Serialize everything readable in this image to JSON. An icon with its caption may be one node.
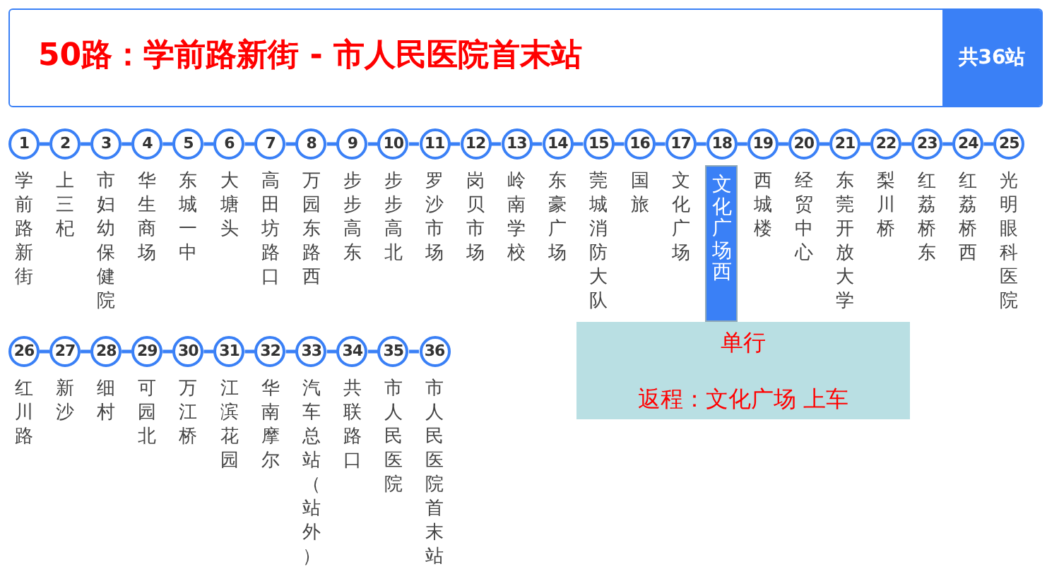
{
  "diagram": {
    "title": "50路：学前路新街 - 市人民医院首末站",
    "nodes": [
      {
        "text": [
          "1"
        ],
        "beside": [
          "学前路新街"
        ]
      },
      {
        "text": [
          "2"
        ],
        "beside": [
          "上三杞"
        ]
      },
      {
        "text": [
          "3"
        ],
        "beside": [
          "市妇幼保健院"
        ]
      },
      {
        "text": [
          "4"
        ],
        "beside": [
          "华生商场"
        ]
      },
      {
        "text": [
          "5"
        ],
        "beside": [
          "东城一中"
        ]
      },
      {
        "text": [
          "6"
        ],
        "beside": [
          "大塘头"
        ]
      },
      {
        "text": [
          "7"
        ],
        "beside": [
          "高田坊路口"
        ]
      },
      {
        "text": [
          "8"
        ],
        "beside": [
          "万园东路西"
        ]
      },
      {
        "text": [
          "9"
        ],
        "beside": [
          "步步高东"
        ]
      },
      {
        "text": [
          "10"
        ],
        "beside": [
          "步步高北"
        ]
      },
      {
        "text": [
          "11"
        ],
        "beside": [
          "罗沙市场"
        ]
      },
      {
        "text": [
          "12"
        ],
        "beside": [
          "岗贝市场"
        ]
      },
      {
        "text": [
          "13"
        ],
        "beside": [
          "岭南学校"
        ]
      },
      {
        "text": [
          "14"
        ],
        "beside": [
          "东豪广场"
        ]
      },
      {
        "text": [
          "15"
        ],
        "beside": [
          "莞城消防大队"
        ]
      },
      {
        "text": [
          "16"
        ],
        "beside": [
          "国旅"
        ]
      },
      {
        "text": [
          "17"
        ],
        "beside": [
          "文化广场"
        ]
      },
      {
        "text": [
          "18"
        ],
        "beside": [
          "文化广场西"
        ]
      },
      {
        "text": [
          "19"
        ],
        "beside": [
          "西城楼"
        ]
      },
      {
        "text": [
          "20"
        ],
        "beside": [
          "经贸中心"
        ]
      },
      {
        "text": [
          "21"
        ],
        "beside": [
          "东莞开放大学"
        ]
      },
      {
        "text": [
          "22"
        ],
        "beside": [
          "梨川桥"
        ]
      },
      {
        "text": [
          "23"
        ],
        "beside": [
          "红荔桥东"
        ]
      },
      {
        "text": [
          "24"
        ],
        "beside": [
          "红荔桥西"
        ]
      },
      {
        "text": [
          "25"
        ],
        "beside": [
          "光明眼科医院"
        ]
      },
      {
        "text": [
          "26"
        ],
        "beside": [
          "红川路"
        ]
      },
      {
        "text": [
          "27"
        ],
        "beside": [
          "新沙"
        ]
      },
      {
        "text": [
          "28"
        ],
        "beside": [
          "细村"
        ]
      },
      {
        "text": [
          "29"
        ],
        "beside": [
          "可园北"
        ]
      },
      {
        "text": [
          "30"
        ],
        "beside": [
          "万江桥"
        ]
      },
      {
        "text": [
          "31"
        ],
        "beside": [
          "江滨花园"
        ]
      },
      {
        "text": [
          "32"
        ],
        "beside": [
          "华南摩尔"
        ]
      },
      {
        "text": [
          "33"
        ],
        "beside": [
          "汽车总站（站外）"
        ]
      },
      {
        "text": [
          "34"
        ],
        "beside": [
          "共联路口"
        ]
      },
      {
        "text": [
          "35"
        ],
        "beside": [
          "市人民医院"
        ]
      },
      {
        "text": [
          "36"
        ],
        "beside": [
          "市人民医院首末站"
        ]
      },
      {
        "text": [
          "单行",
          "返程：文化广场 上车"
        ]
      }
    ],
    "edges": [
      {
        "from": 0,
        "to": 1,
        "arrow": "none"
      },
      {
        "from": 1,
        "to": 2,
        "arrow": "none"
      },
      {
        "from": 2,
        "to": 3,
        "arrow": "none"
      },
      {
        "from": 3,
        "to": 4,
        "arrow": "none"
      },
      {
        "from": 4,
        "to": 5,
        "arrow": "none"
      },
      {
        "from": 5,
        "to": 6,
        "arrow": "none"
      },
      {
        "from": 6,
        "to": 7,
        "arrow": "none"
      },
      {
        "from": 7,
        "to": 8,
        "arrow": "none"
      },
      {
        "from": 8,
        "to": 9,
        "arrow": "none"
      },
      {
        "from": 9,
        "to": 10,
        "arrow": "none"
      },
      {
        "from": 10,
        "to": 11,
        "arrow": "none"
      },
      {
        "from": 11,
        "to": 12,
        "arrow": "none"
      },
      {
        "from": 12,
        "to": 13,
        "arrow": "none"
      },
      {
        "from": 13,
        "to": 14,
        "arrow": "none"
      },
      {
        "from": 14,
        "to": 15,
        "arrow": "none"
      },
      {
        "from": 15,
        "to": 16,
        "arrow": "none"
      },
      {
        "from": 16,
        "to": 17,
        "arrow": "none"
      },
      {
        "from": 17,
        "to": 18,
        "arrow": "none"
      },
      {
        "from": 18,
        "to": 19,
        "arrow": "none"
      },
      {
        "from": 19,
        "to": 20,
        "arrow": "none"
      },
      {
        "from": 20,
        "to": 21,
        "arrow": "none"
      },
      {
        "from": 21,
        "to": 22,
        "arrow": "none"
      },
      {
        "from": 22,
        "to": 23,
        "arrow": "none"
      },
      {
        "from": 23,
        "to": 24,
        "arrow": "none"
      },
      {
        "from": 25,
        "to": 26,
        "arrow": "none"
      },
      {
        "from": 26,
        "to": 27,
        "arrow": "none"
      },
      {
        "from": 27,
        "to": 28,
        "arrow": "none"
      },
      {
        "from": 28,
        "to": 29,
        "arrow": "none"
      },
      {
        "from": 29,
        "to": 30,
        "arrow": "none"
      },
      {
        "from": 30,
        "to": 31,
        "arrow": "none"
      },
      {
        "from": 31,
        "to": 32,
        "arrow": "none"
      },
      {
        "from": 32,
        "to": 33,
        "arrow": "none"
      },
      {
        "from": 33,
        "to": 34,
        "arrow": "none"
      },
      {
        "from": 34,
        "to": 35,
        "arrow": "none"
      }
    ],
    "labels": [
      "共36站"
    ]
  }
}
